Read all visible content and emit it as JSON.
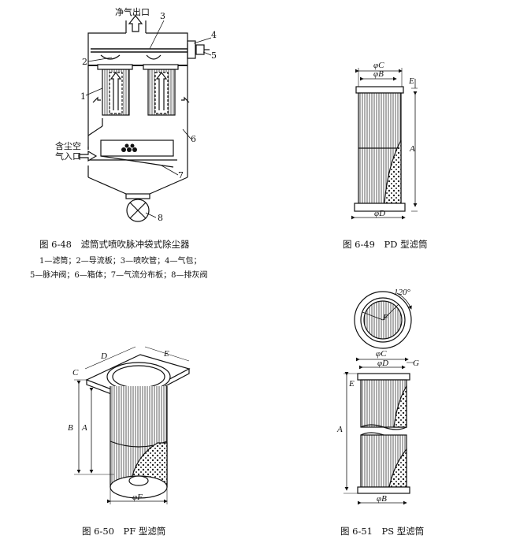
{
  "fig48": {
    "caption": "图 6-48　滤筒式喷吹脉冲袋式除尘器",
    "legend_line1": "1—滤筒；2—导流板；3—喷吹管；4—气包；",
    "legend_line2": "5—脉冲阀；6—箱体；7—气流分布板；8—排灰阀",
    "outlet_label": "净气出口",
    "inlet_label_1": "含尘空",
    "inlet_label_2": "气入口",
    "callouts": [
      "1",
      "2",
      "3",
      "4",
      "5",
      "6",
      "7",
      "8"
    ]
  },
  "fig49": {
    "caption": "图 6-49　PD 型滤筒",
    "dims": {
      "c": "φC",
      "b": "φB",
      "e": "E",
      "a": "A",
      "d": "φD"
    }
  },
  "fig50": {
    "caption": "图 6-50　PF 型滤筒",
    "dims": {
      "c": "C",
      "d": "D",
      "e": "E",
      "b": "B",
      "a": "A",
      "f": "φF"
    }
  },
  "fig51": {
    "caption": "图 6-51　PS 型滤筒",
    "dims": {
      "angle": "120°",
      "f": "F",
      "c": "φC",
      "d": "φD",
      "g": "G",
      "e": "E",
      "a": "A",
      "b": "φB"
    }
  }
}
